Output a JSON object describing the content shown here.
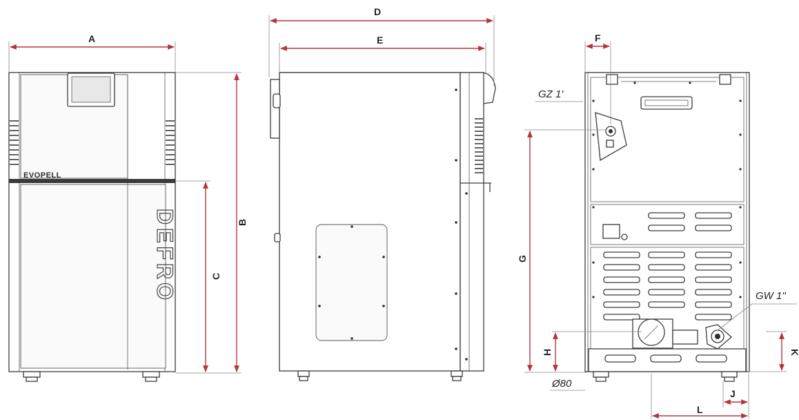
{
  "dimensions": {
    "a": "A",
    "b": "B",
    "c": "C",
    "d": "D",
    "e": "E",
    "f": "F",
    "g": "G",
    "h": "H",
    "j": "J",
    "k": "K",
    "l": "L"
  },
  "connections": {
    "supply": "GZ 1'",
    "return": "GW 1\"",
    "flue": "Ø80"
  },
  "branding": {
    "model": "EVOPELL",
    "maker": "DEFRO"
  },
  "colors": {
    "dimension_lines": "#b8333a",
    "outline": "#3a3a3a"
  }
}
